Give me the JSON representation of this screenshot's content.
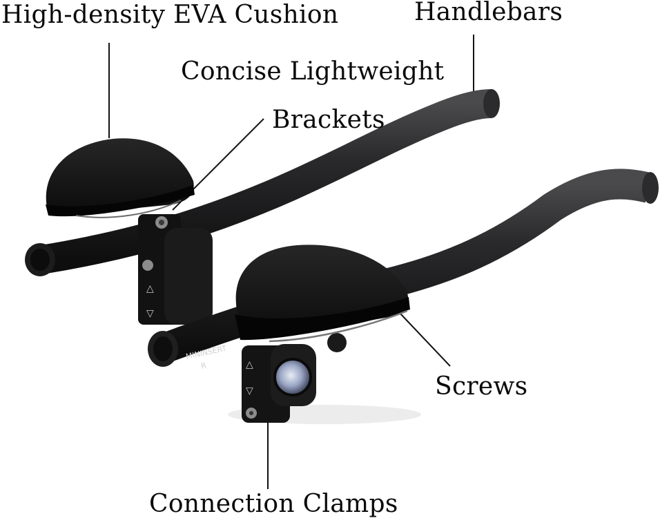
{
  "labels": {
    "cushion": "High-density EVA Cushion",
    "handlebars": "Handlebars",
    "concise": "Concise Lightweight",
    "brackets": "Brackets",
    "screws": "Screws",
    "clamps": "Connection Clamps"
  },
  "product_markings": {
    "model": "MININSERT",
    "side": "R"
  },
  "colors": {
    "bar": "#1a1a1b",
    "pad": "#111111",
    "text": "#0a0a0a",
    "leader": "#111111"
  }
}
